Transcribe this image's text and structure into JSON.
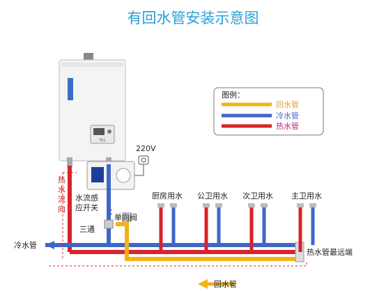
{
  "title": "有回水管安装示意图",
  "legend": {
    "heading": "图例：",
    "items": [
      {
        "label": "回水管",
        "color": "#f2b21a",
        "text_color": "#e9a31a"
      },
      {
        "label": "冷水管",
        "color": "#3f66c9",
        "text_color": "#3f66c9"
      },
      {
        "label": "热水管",
        "color": "#d8232a",
        "text_color": "#c21a86"
      }
    ]
  },
  "heater": {
    "panel_text": "TCL"
  },
  "power_label": "220V",
  "labels": {
    "hot_flow_dir": [
      "热",
      "水",
      "流",
      "向"
    ],
    "flow_switch": [
      "水流感",
      "应开关"
    ],
    "check_valve": "单向阀",
    "tee": "三通",
    "cold_pipe": "冷水管",
    "farthest": "热水管最远端",
    "return_pipe": "回水管"
  },
  "outlets": [
    "厨房用水",
    "公卫用水",
    "次卫用水",
    "主卫用水"
  ],
  "colors": {
    "hot": "#d8232a",
    "cold": "#3f66c9",
    "return": "#f2b21a",
    "title": "#2a9fd6"
  }
}
